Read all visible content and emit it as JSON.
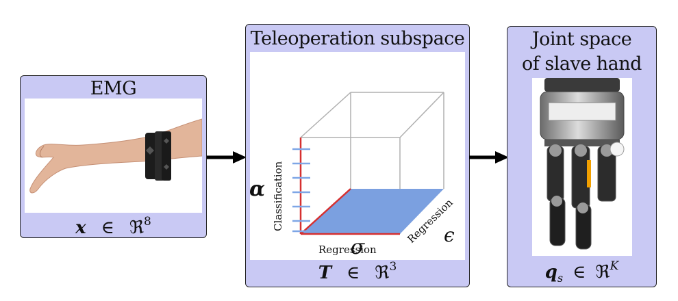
{
  "emg": {
    "title": "EMG",
    "var": "x",
    "rel": "∈",
    "space": "ℜ",
    "dim": "8"
  },
  "tele": {
    "title": "Teleoperation subspace",
    "var": "T",
    "rel": "∈",
    "space": "ℜ",
    "dim": "3",
    "axis_alpha": "α",
    "axis_sigma": "σ",
    "axis_epsilon": "ϵ",
    "label_classification": "Classification",
    "label_regression_bottom": "Regression",
    "label_regression_side": "Regression"
  },
  "joint": {
    "title_line1": "Joint space",
    "title_line2": "of slave hand",
    "var": "q",
    "sub": "s",
    "rel": "∈",
    "space": "ℜ",
    "dim": "K"
  },
  "colors": {
    "panel_bg": "#c9c9f4",
    "plane": "#7ba0e0",
    "red_edge": "#d63030",
    "ticks": "#7ea6e6",
    "cube": "#b0b0b0"
  }
}
